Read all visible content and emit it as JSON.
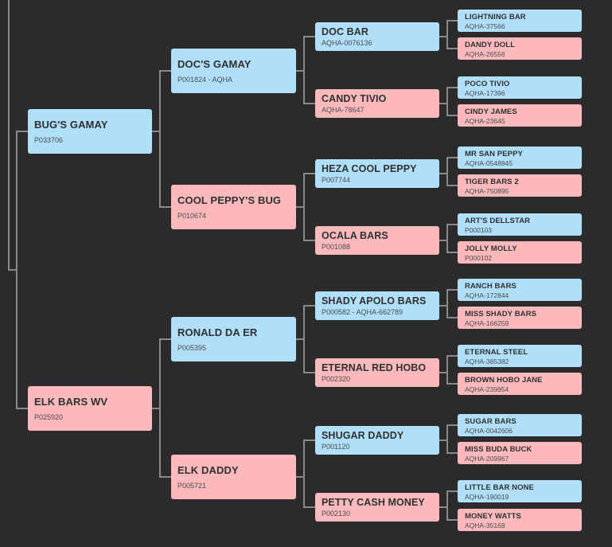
{
  "colors": {
    "background": "#2b2b2b",
    "male": "#aee0fb",
    "female": "#fbb9bc",
    "connector": "#8a8a8a"
  },
  "pedigree": {
    "sire": {
      "name": "BUG'S GAMAY",
      "reg": "P033706",
      "sex": "male",
      "sire": {
        "name": "DOC'S GAMAY",
        "reg": "P001824 - AQHA",
        "sex": "male",
        "sire": {
          "name": "DOC BAR",
          "reg": "AQHA-0076136",
          "sex": "male",
          "sire": {
            "name": "LIGHTNING BAR",
            "reg": "AQHA-37566",
            "sex": "male"
          },
          "dam": {
            "name": "DANDY DOLL",
            "reg": "AQHA-26556",
            "sex": "female"
          }
        },
        "dam": {
          "name": "CANDY TIVIO",
          "reg": "AQHA-78647",
          "sex": "female",
          "sire": {
            "name": "POCO TIVIO",
            "reg": "AQHA-17396",
            "sex": "male"
          },
          "dam": {
            "name": "CINDY JAMES",
            "reg": "AQHA-23645",
            "sex": "female"
          }
        }
      },
      "dam": {
        "name": "COOL PEPPY'S BUG",
        "reg": "P010674",
        "sex": "female",
        "sire": {
          "name": "HEZA COOL PEPPY",
          "reg": "P007744",
          "sex": "male",
          "sire": {
            "name": "MR SAN PEPPY",
            "reg": "AQHA-0548845",
            "sex": "male"
          },
          "dam": {
            "name": "TIGER BARS 2",
            "reg": "AQHA-750895",
            "sex": "female"
          }
        },
        "dam": {
          "name": "OCALA BARS",
          "reg": "P001088",
          "sex": "female",
          "sire": {
            "name": "ART'S DELLSTAR",
            "reg": "P000103",
            "sex": "male"
          },
          "dam": {
            "name": "JOLLY MOLLY",
            "reg": "P000102",
            "sex": "female"
          }
        }
      }
    },
    "dam": {
      "name": "ELK BARS WV",
      "reg": "P025920",
      "sex": "female",
      "sire": {
        "name": "RONALD DA ER",
        "reg": "P005395",
        "sex": "male",
        "sire": {
          "name": "SHADY APOLO BARS",
          "reg": "P000582 - AQHA-662789",
          "sex": "male",
          "sire": {
            "name": "RANCH BARS",
            "reg": "AQHA-172844",
            "sex": "male"
          },
          "dam": {
            "name": "MISS SHADY BARS",
            "reg": "AQHA-166259",
            "sex": "female"
          }
        },
        "dam": {
          "name": "ETERNAL RED HOBO",
          "reg": "P002320",
          "sex": "female",
          "sire": {
            "name": "ETERNAL STEEL",
            "reg": "AQHA-385382",
            "sex": "male"
          },
          "dam": {
            "name": "BROWN HOBO JANE",
            "reg": "AQHA-239954",
            "sex": "female"
          }
        }
      },
      "dam": {
        "name": "ELK DADDY",
        "reg": "P005721",
        "sex": "female",
        "sire": {
          "name": "SHUGAR DADDY",
          "reg": "P001120",
          "sex": "male",
          "sire": {
            "name": "SUGAR BARS",
            "reg": "AQHA-0042606",
            "sex": "male"
          },
          "dam": {
            "name": "MISS BUDA BUCK",
            "reg": "AQHA-209967",
            "sex": "female"
          }
        },
        "dam": {
          "name": "PETTY CASH MONEY",
          "reg": "P002130",
          "sex": "female",
          "sire": {
            "name": "LITTLE BAR NONE",
            "reg": "AQHA-190019",
            "sex": "male"
          },
          "dam": {
            "name": "MONEY WATTS",
            "reg": "AQHA-35168",
            "sex": "female"
          }
        }
      }
    }
  }
}
